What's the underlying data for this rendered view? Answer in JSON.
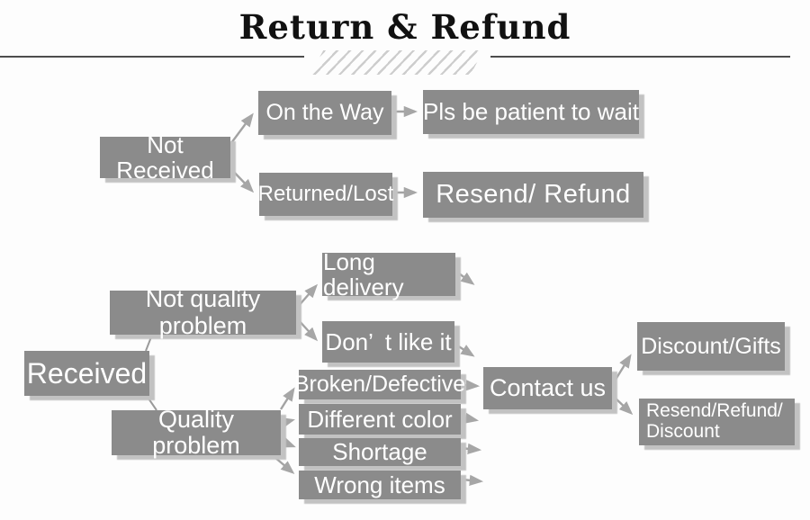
{
  "header": {
    "title": "Return & Refund"
  },
  "palette": {
    "background": "#fdfdfd",
    "box_fill": "#8b8b8b",
    "box_text": "#ffffff",
    "box_shadow": "#c2c2c2",
    "arrow": "#a3a3a3",
    "header_rule": "#4d4d4d",
    "hatch": "#cdcdcd",
    "title_text": "#111111"
  },
  "flowchart": {
    "nodes": {
      "not_received": {
        "label": "Not Received"
      },
      "on_the_way": {
        "label": "On the Way"
      },
      "pls_be_patient_to_wait": {
        "label": "Pls be patient to wait"
      },
      "returned_lost": {
        "label": "Returned/Lost"
      },
      "resend_refund": {
        "label": "Resend/ Refund"
      },
      "received": {
        "label": "Received"
      },
      "not_quality_problem": {
        "label": "Not quality problem"
      },
      "long_delivery": {
        "label": "Long delivery"
      },
      "dont_like_it": {
        "label": "Don’ t like it"
      },
      "quality_problem": {
        "label": "Quality problem"
      },
      "broken_defective": {
        "label": "Broken/Defective"
      },
      "different_color": {
        "label": "Different color"
      },
      "shortage": {
        "label": "Shortage"
      },
      "wrong_items": {
        "label": "Wrong items"
      },
      "contact_us": {
        "label": "Contact us"
      },
      "discount_gifts": {
        "label": "Discount/Gifts"
      },
      "resend_refund_discount": {
        "label": "Resend/Refund/\nDiscount"
      }
    },
    "edges": [
      {
        "from": "not_received",
        "to": "on_the_way"
      },
      {
        "from": "not_received",
        "to": "returned_lost"
      },
      {
        "from": "on_the_way",
        "to": "pls_be_patient_to_wait"
      },
      {
        "from": "returned_lost",
        "to": "resend_refund"
      },
      {
        "from": "received",
        "to": "not_quality_problem"
      },
      {
        "from": "received",
        "to": "quality_problem"
      },
      {
        "from": "not_quality_problem",
        "to": "long_delivery"
      },
      {
        "from": "not_quality_problem",
        "to": "dont_like_it"
      },
      {
        "from": "long_delivery",
        "to": "contact_us"
      },
      {
        "from": "dont_like_it",
        "to": "contact_us"
      },
      {
        "from": "quality_problem",
        "to": "broken_defective"
      },
      {
        "from": "quality_problem",
        "to": "different_color"
      },
      {
        "from": "quality_problem",
        "to": "shortage"
      },
      {
        "from": "quality_problem",
        "to": "wrong_items"
      },
      {
        "from": "broken_defective",
        "to": "contact_us"
      },
      {
        "from": "different_color",
        "to": "contact_us"
      },
      {
        "from": "shortage",
        "to": "contact_us"
      },
      {
        "from": "wrong_items",
        "to": "contact_us"
      },
      {
        "from": "contact_us",
        "to": "discount_gifts"
      },
      {
        "from": "contact_us",
        "to": "resend_refund_discount"
      }
    ]
  }
}
